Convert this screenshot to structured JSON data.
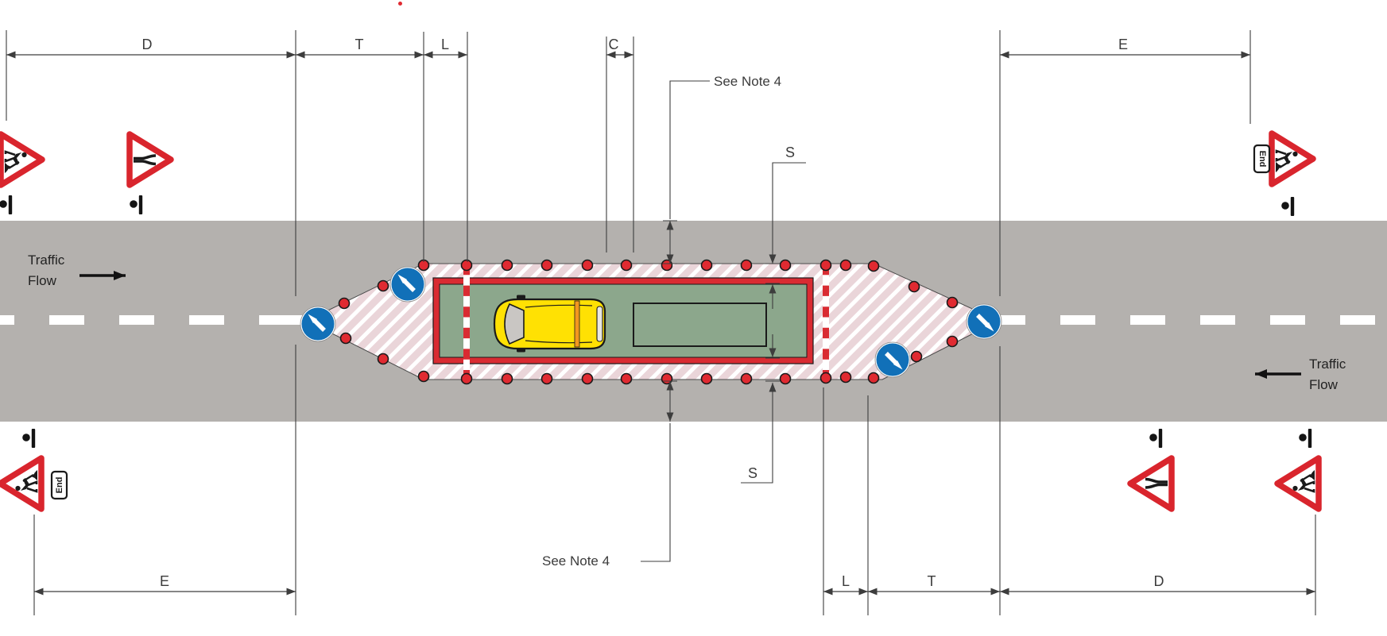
{
  "figure": {
    "kind": "roadworks-traffic-management-layout-diagram",
    "road": {
      "traffic_flow_left": {
        "line1": "Traffic",
        "line2": "Flow",
        "direction": "right"
      },
      "traffic_flow_right": {
        "line1": "Traffic",
        "line2": "Flow",
        "direction": "left"
      }
    },
    "dimensions": {
      "top": [
        {
          "label": "D"
        },
        {
          "label": "T"
        },
        {
          "label": "L"
        },
        {
          "label": "C"
        },
        {
          "label": "E"
        }
      ],
      "bottom": [
        {
          "label": "E"
        },
        {
          "label": "L"
        },
        {
          "label": "T"
        },
        {
          "label": "D"
        }
      ],
      "clearance_label": "S",
      "note_reference": "See Note 4"
    },
    "signs": {
      "end_plate_text": "End",
      "warning_triangles": [
        {
          "icon": "roadworks-sign",
          "position": "top-left",
          "facing": "right"
        },
        {
          "icon": "road-narrows-sign",
          "position": "top-left-2",
          "facing": "right"
        },
        {
          "icon": "roadworks-sign",
          "position": "top-right",
          "facing": "right",
          "plate": "End"
        },
        {
          "icon": "roadworks-sign",
          "position": "bottom-left",
          "facing": "left",
          "plate": "End"
        },
        {
          "icon": "road-narrows-sign",
          "position": "bottom-right",
          "facing": "left"
        },
        {
          "icon": "roadworks-sign",
          "position": "bottom-right-2",
          "facing": "left"
        }
      ],
      "keep_arrow_discs": [
        {
          "icon": "keep-arrow-sign",
          "position": "left-taper-tip",
          "arrow": "up-left"
        },
        {
          "icon": "keep-arrow-sign",
          "position": "left-taper",
          "arrow": "up-left"
        },
        {
          "icon": "keep-arrow-sign",
          "position": "right-taper",
          "arrow": "down-right"
        },
        {
          "icon": "keep-arrow-sign",
          "position": "right-taper-tip",
          "arrow": "down-right"
        }
      ]
    },
    "work_zone": {
      "elements": [
        "coned-hatched-safety-zone",
        "red-white-barrier-boards",
        "works-vehicle-van",
        "working-space"
      ],
      "cone_count": 34
    },
    "colors": {
      "road_gray": "#b4b1ae",
      "hatch_pink": "#ead5d9",
      "cone_red": "#e02a31",
      "works_border_red": "#d92b32",
      "works_green": "#8ca78c",
      "sign_blue": "#1170b8",
      "sign_red": "#d9252d",
      "van_yellow": "#ffe103"
    }
  }
}
